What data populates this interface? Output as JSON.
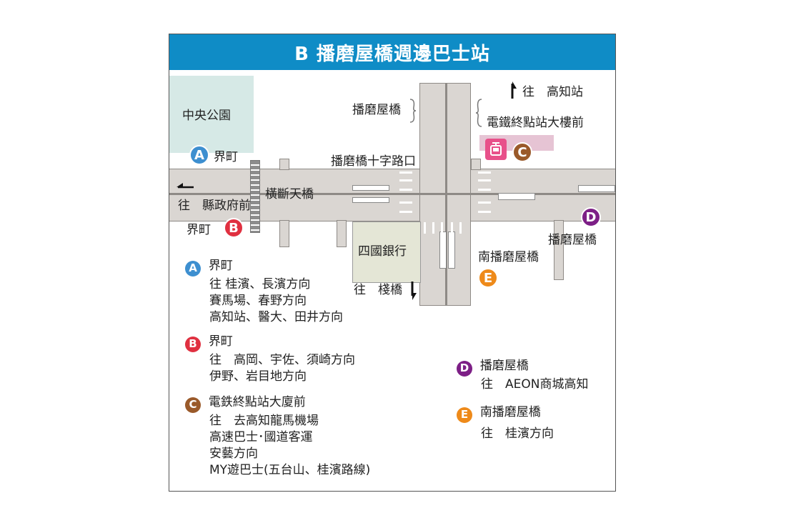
{
  "header": {
    "title": "B  播磨屋橋週邊巴士站"
  },
  "colors": {
    "header_bg": "#0f8cc6",
    "A": "#3d8fd0",
    "B": "#e03040",
    "C": "#9a5a2a",
    "D": "#7d1f86",
    "E": "#ee8a1a",
    "park": "#d6e9e6",
    "road": "#dad6d2",
    "tram_shelter": "#e6c4d4",
    "tram_icon": "#e8508a"
  },
  "map": {
    "park_label": "中央公園",
    "stop_a_label": "界町",
    "stop_b_label": "界町",
    "dir_west": "往　縣政府前",
    "crossing_label": "橫斷天橋",
    "intersection_label": "播磨橋十字路口",
    "bridge_label": "播磨屋橋",
    "dir_north": "往　高知站",
    "tram_label": "電鐵終點站大樓前",
    "bank_label": "四國銀行",
    "dir_south": "往　棧橋",
    "stop_d_label": "播磨屋橋",
    "stop_e_label": "南播磨屋橋",
    "tram_icon": "tram-stop-icon"
  },
  "legend": {
    "a": {
      "letter": "A",
      "title": "界町",
      "lines": [
        "往 桂濱、長濱方向",
        "賽馬場、春野方向",
        "高知站、醫大、田井方向"
      ]
    },
    "b": {
      "letter": "B",
      "title": "界町",
      "lines": [
        "往　高岡、宇佐、須崎方向",
        "伊野、岩目地方向"
      ]
    },
    "c": {
      "letter": "C",
      "title": "電鉄終點站大廈前",
      "lines": [
        "往　去高知龍馬機場",
        "高速巴士･國道客運",
        "安藝方向",
        "MY遊巴士(五台山、桂濱路線)"
      ]
    },
    "d": {
      "letter": "D",
      "title": "播磨屋橋",
      "lines": [
        "往　AEON商城高知"
      ]
    },
    "e": {
      "letter": "E",
      "title": "南播磨屋橋",
      "lines": [
        "往　桂濱方向"
      ]
    }
  }
}
